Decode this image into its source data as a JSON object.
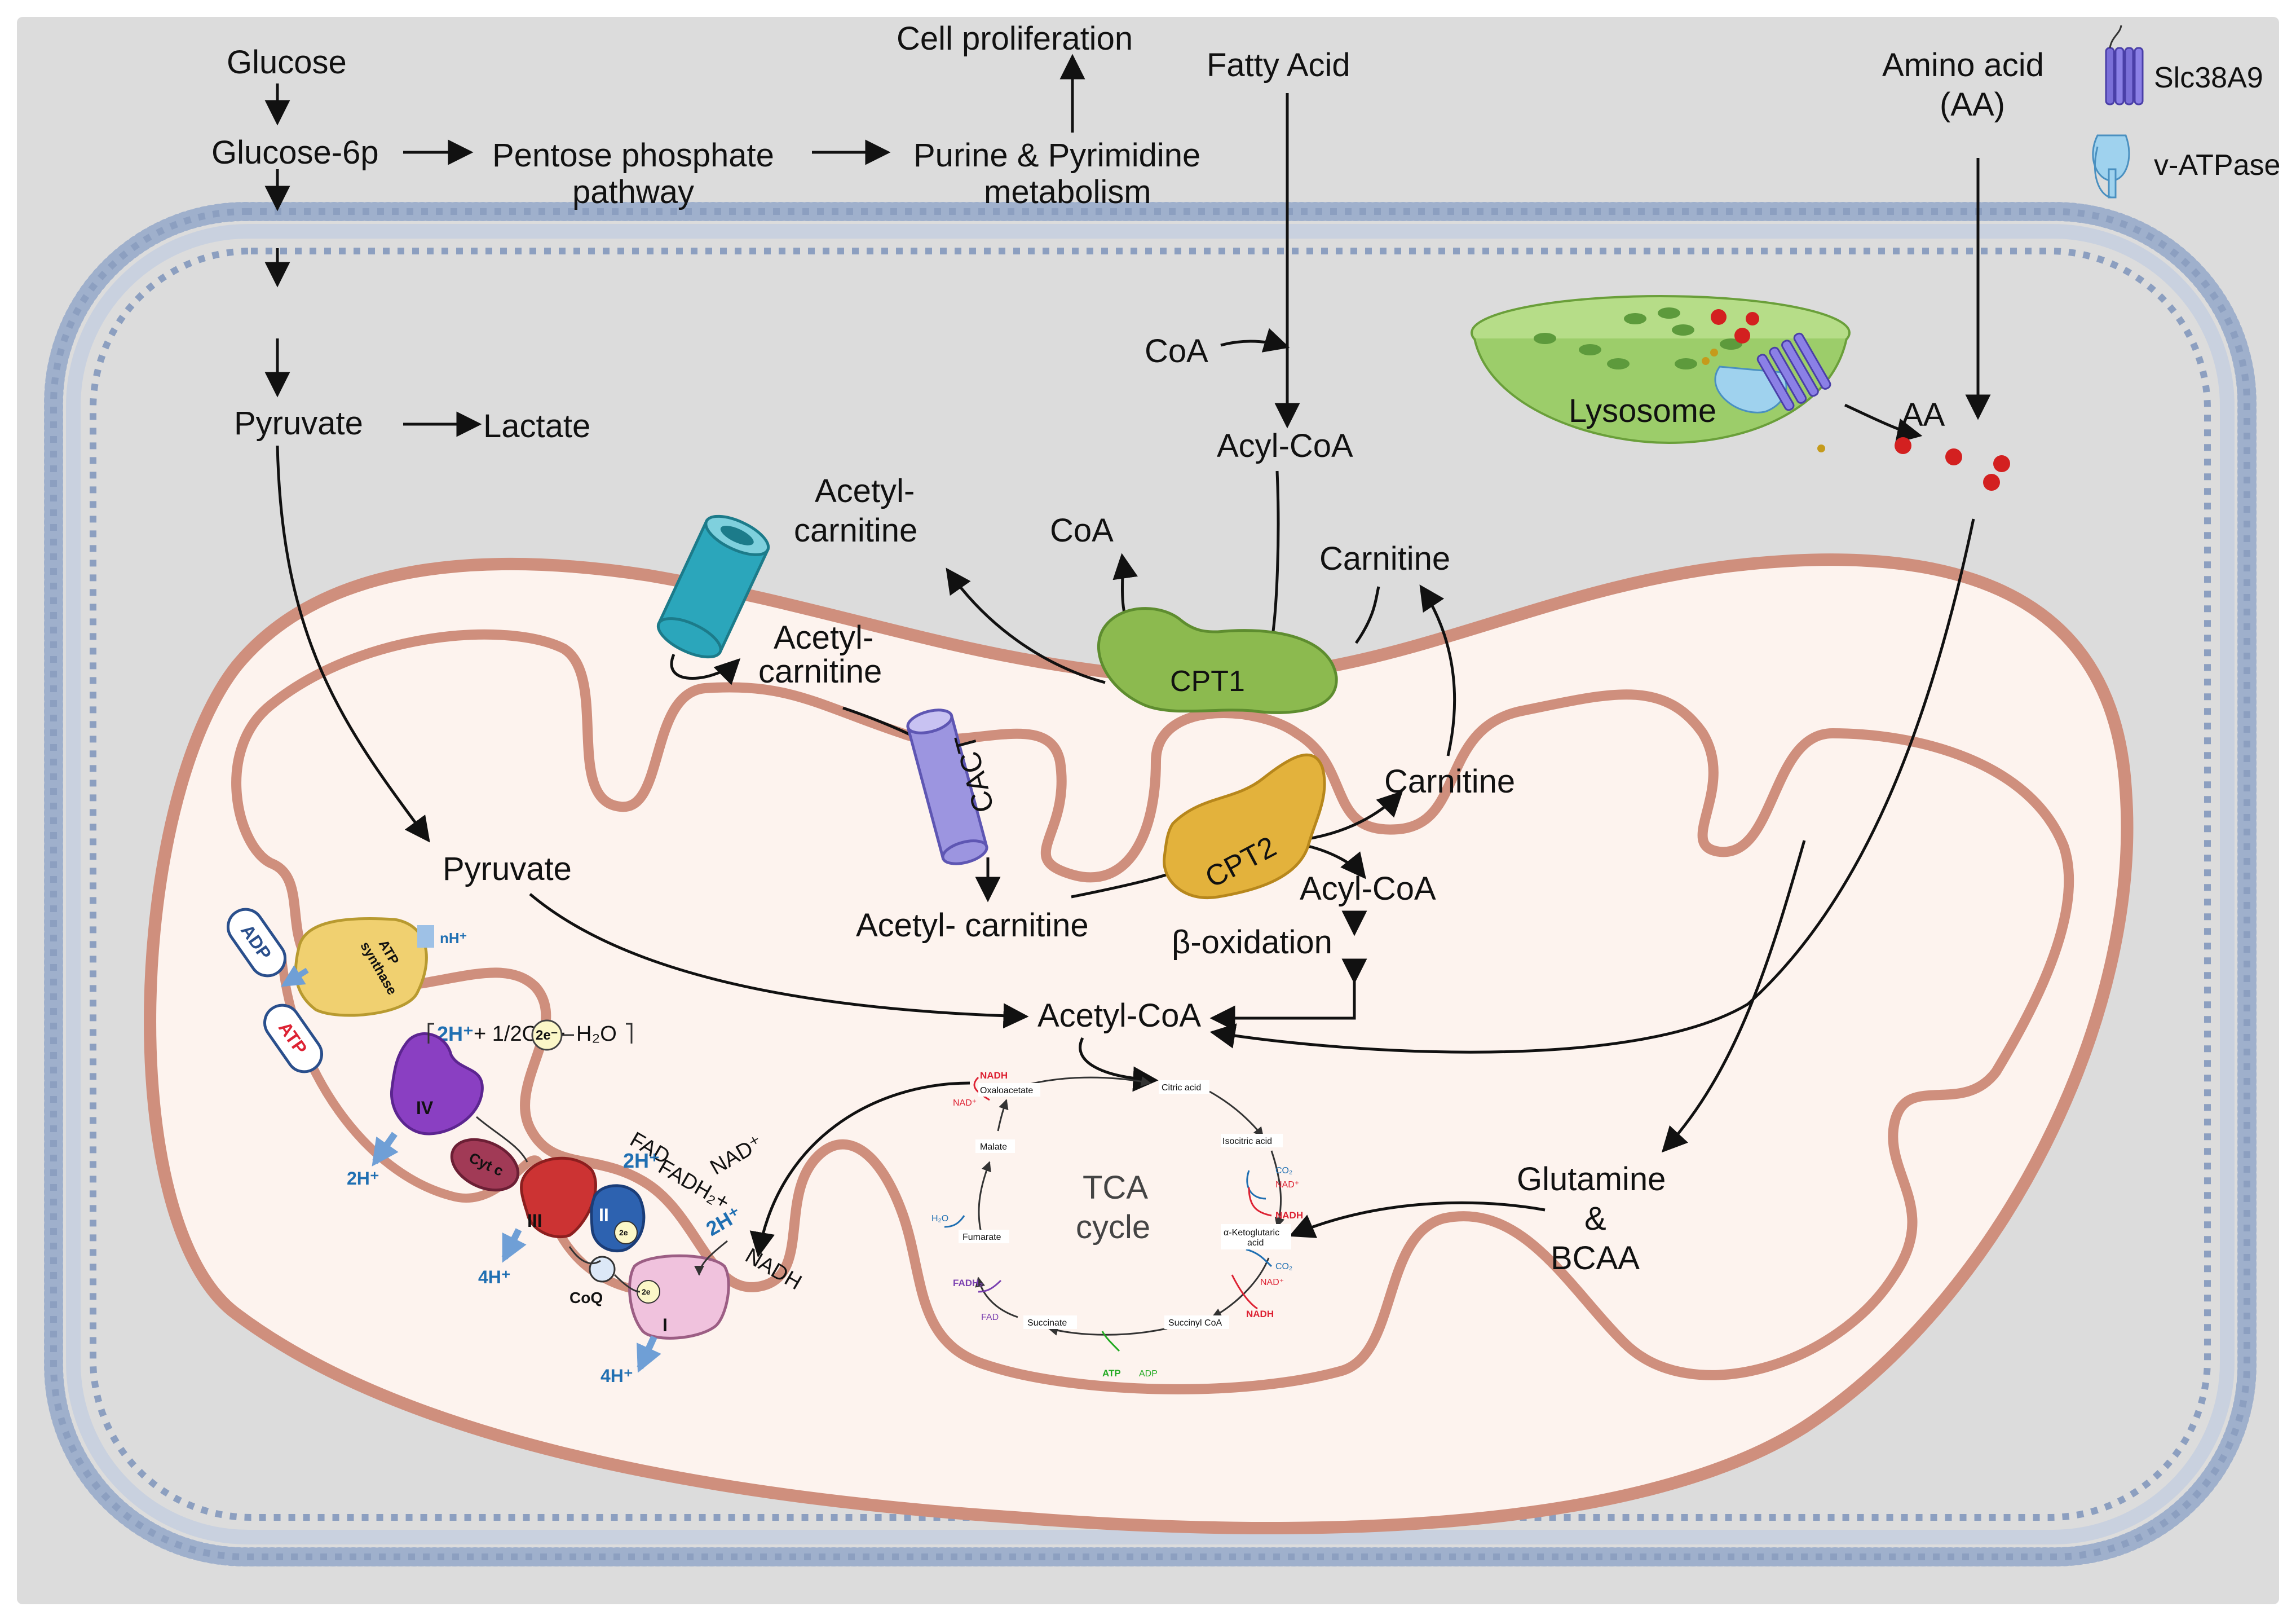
{
  "labels": {
    "glucose": "Glucose",
    "glucose6p": "Glucose-6p",
    "pentose_1": "Pentose phosphate",
    "pentose_2": "pathway",
    "cell_prolif": "Cell proliferation",
    "purine_1": "Purine  & Pyrimidine",
    "purine_2": "metabolism",
    "fatty_acid": "Fatty Acid",
    "amino_acid_1": "Amino acid",
    "amino_acid_2": "(AA)",
    "coa_cyto": "CoA",
    "acylcoa_cyto": "Acyl-CoA",
    "pyruvate_cyto": "Pyruvate",
    "lactate": "Lactate",
    "lysosome": "Lysosome",
    "aa": "AA",
    "acetylcarnitine_out_1": "Acetyl-",
    "acetylcarnitine_out_2": "carnitine",
    "coa_release": "CoA",
    "carnitine_out": "Carnitine",
    "cpt1": "CPT1",
    "acetylcarnitine_ims_1": "Acetyl-",
    "acetylcarnitine_ims_2": "carnitine",
    "cact": "CACT",
    "cpt2": "CPT2",
    "carnitine_in": "Carnitine",
    "acylcoa_matrix": "Acyl-CoA",
    "beta_ox": "β-oxidation",
    "acetylcarnitine_matrix": "Acetyl- carnitine",
    "pyruvate_matrix": "Pyruvate",
    "acetylcoa": "Acetyl-CoA",
    "glutamine_1": "Glutamine",
    "glutamine_2": "&",
    "glutamine_3": "BCAA",
    "tca_1": "TCA",
    "tca_2": "cycle"
  },
  "legend": {
    "slc38a9": "Slc38A9",
    "vatpase": "v-ATPase"
  },
  "tca": {
    "oxaloacetate": "Oxaloacetate",
    "citric_acid": "Citric acid",
    "isocitric_acid": "Isocitric acid",
    "aketo_1": "α-Ketoglutaric",
    "aketo_2": "acid",
    "succinyl_coa": "Succinyl CoA",
    "succinate": "Succinate",
    "fumarate": "Fumarate",
    "malate": "Malate",
    "nadh_1": "NADH",
    "nad_1": "NAD⁺",
    "co2_1": "CO₂",
    "nad_2": "NAD⁺",
    "nadh_2": "NADH",
    "co2_2": "CO₂",
    "nad_3": "NAD⁺",
    "nadh_3": "NADH",
    "atp": "ATP",
    "adp": "ADP",
    "fad": "FAD",
    "fadh2": "FADH₂",
    "h2o": "H₂O"
  },
  "etc": {
    "atp_synthase_1": "ATP",
    "atp_synthase_2": "synthase",
    "adp": "ADP",
    "atp": "ATP",
    "nh": "nH⁺",
    "reaction_2h": "2H⁺",
    "reaction_rest": "+ 1/2O₂ +",
    "electron": "2e⁻",
    "h2o": "H₂O",
    "fad": "FAD",
    "fadh2_2h": "2H⁺",
    "fadh2": "FADH₂+",
    "nad_plus": "NAD⁺",
    "nadh_2h": "2H⁺",
    "nadh": "NADH",
    "complex_iv": "IV",
    "cyt_c": "Cyt c",
    "complex_iii": "III",
    "complex_ii": "II",
    "coq": "CoQ",
    "complex_i": "I",
    "e_small_1": "2e",
    "e_small_2": "2e",
    "out_2h": "2H⁺",
    "out_4h_1": "4H⁺",
    "out_4h_2": "4H⁺"
  },
  "colors": {
    "background": "#dcdcdc",
    "membrane": "#8c9fc0",
    "mito_outer": "#cf8f7d",
    "mito_fill": "#fdf3ee",
    "cpt1": "#8cba4f",
    "cpt2": "#e3b23c",
    "cact": "#9c95e0",
    "transporter": "#2ba6bb",
    "lysosome": "#9ccd6a",
    "aa_dot": "#d32020",
    "complex_iv": "#8a3fc2",
    "cyt_c": "#a13a56",
    "complex_iii": "#cc3333",
    "complex_ii": "#2d62b0",
    "complex_i": "#f0c2dd",
    "atp_synthase": "#f0d070",
    "proton": "#1f6fb2"
  }
}
